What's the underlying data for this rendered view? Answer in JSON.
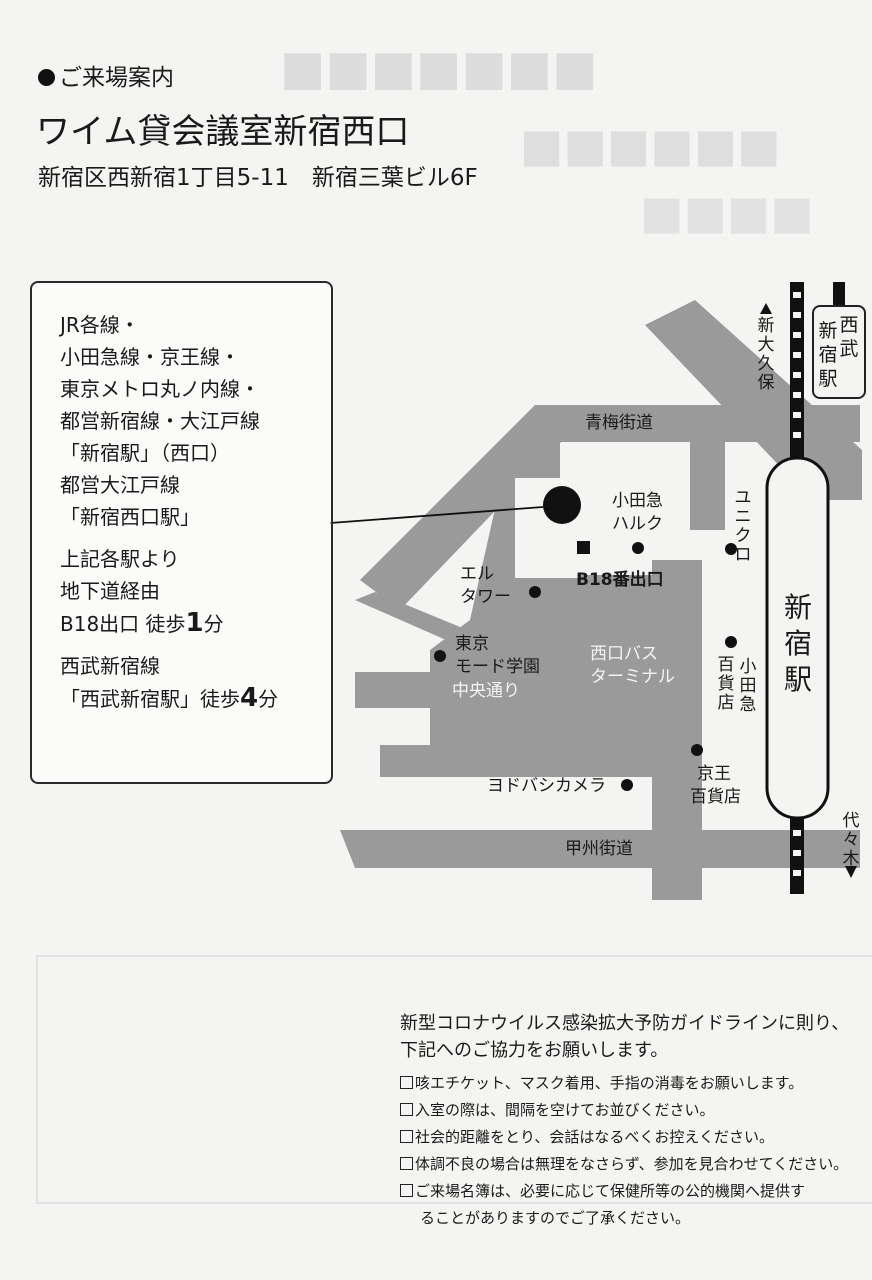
{
  "header": {
    "section_title": "ご来場案内",
    "venue": "ワイム貸会議室新宿西口",
    "address": "新宿区西新宿1丁目5-11　新宿三葉ビル6F"
  },
  "access": {
    "line1": "JR各線・",
    "line2": "小田急線・京王線・",
    "line3": "東京メトロ丸ノ内線・",
    "line4": "都営新宿線・大江戸線",
    "line5": "「新宿駅」（西口）",
    "line6": "都営大江戸線",
    "line7": "「新宿西口駅」",
    "line8": "上記各駅より",
    "line9": "地下道経由",
    "line10_prefix": "B18出口 徒歩",
    "line10_num": "1",
    "line10_suffix": "分",
    "line11": "西武新宿線",
    "line12_prefix": "「西武新宿駅」徒歩",
    "line12_num": "4",
    "line12_suffix": "分"
  },
  "map": {
    "ome_kaido": "青梅街道",
    "koshu_kaido": "甲州街道",
    "chuo_dori": "中央通り",
    "odakyu_halc_1": "小田急",
    "odakyu_halc_2": "ハルク",
    "uniqlo": [
      "ユ",
      "ニ",
      "ク",
      "ロ"
    ],
    "b18_exit": "B18番出口",
    "elu_tower_1": "エル",
    "elu_tower_2": "タワー",
    "mode_gakuen_1": "東京",
    "mode_gakuen_2": "モード学園",
    "bus_terminal_1": "西口バス",
    "bus_terminal_2": "ターミナル",
    "odakyu_dept_col1": [
      "百",
      "貨",
      "店"
    ],
    "odakyu_dept_col2": [
      "小",
      "田",
      "急"
    ],
    "yodobashi": "ヨドバシカメラ",
    "keio_dept_1": "京王",
    "keio_dept_2": "百貨店",
    "shinjuku_station": [
      "新",
      "宿",
      "駅"
    ],
    "shin_okubo": [
      "新",
      "大",
      "久",
      "保"
    ],
    "yoyogi": [
      "代",
      "々",
      "木"
    ],
    "seibu_col1": [
      "新",
      "宿",
      "駅"
    ],
    "seibu_col2": [
      "西",
      "武"
    ]
  },
  "notice": {
    "intro1": "新型コロナウイルス感染拡大予防ガイドラインに則り、",
    "intro2": "下記へのご協力をお願いします。",
    "items": [
      "咳エチケット、マスク着用、手指の消毒をお願いします。",
      "入室の際は、間隔を空けてお並びください。",
      "社会的距離をとり、会話はなるべくお控えください。",
      "体調不良の場合は無理をなさらず、参加を見合わせてください。",
      "ご来場名簿は、必要に応じて保健所等の公的機関へ提供す"
    ],
    "item_continuation": "ることがありますのでご了承ください。"
  },
  "colors": {
    "road": "#9a9a9a",
    "ink": "#1a1a1a",
    "paper": "#f4f4f2"
  }
}
